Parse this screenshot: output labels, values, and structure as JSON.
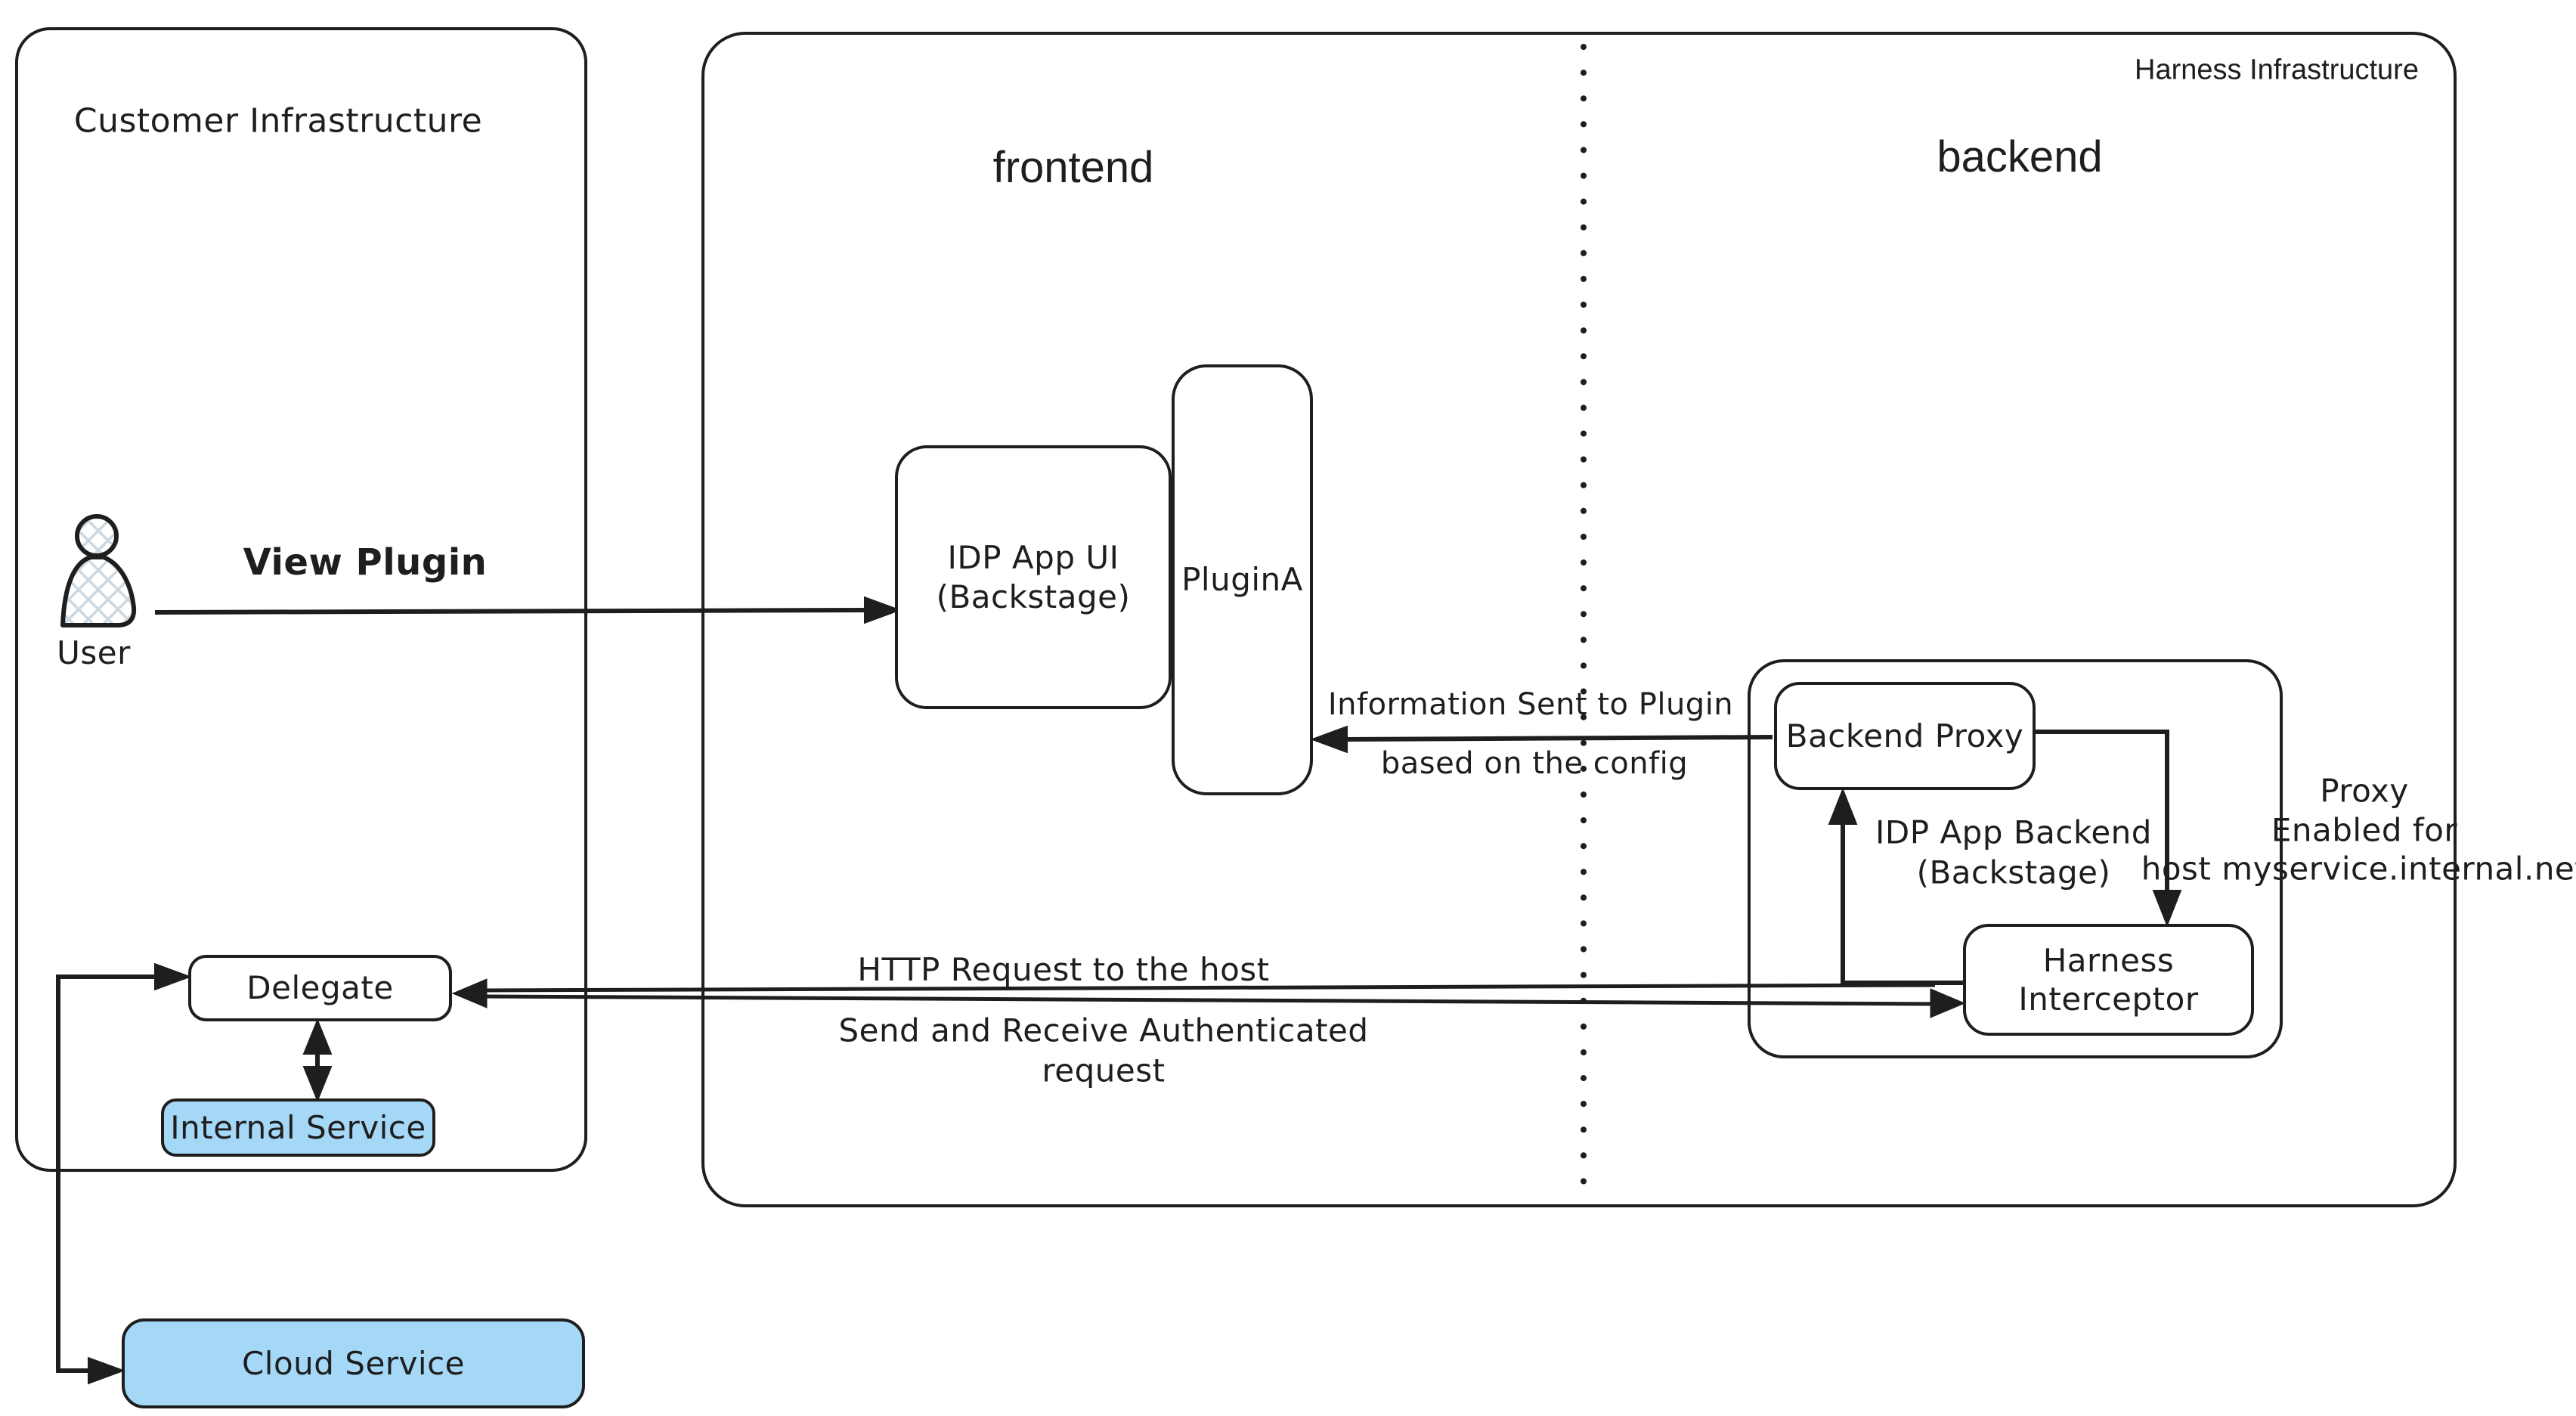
{
  "customer": {
    "title": "Customer Infrastructure"
  },
  "harness": {
    "title": "Harness Infrastructure",
    "frontend": "frontend",
    "backend": "backend"
  },
  "nodes": {
    "user": "User",
    "idp_ui_line1": "IDP App UI",
    "idp_ui_line2": "(Backstage)",
    "plugin_a": "PluginA",
    "backend_proxy": "Backend Proxy",
    "idp_backend_line1": "IDP App Backend",
    "idp_backend_line2": "(Backstage)",
    "interceptor_line1": "Harness",
    "interceptor_line2": "Interceptor",
    "delegate": "Delegate",
    "internal_service": "Internal Service",
    "cloud_service": "Cloud Service"
  },
  "edges": {
    "view_plugin": "View Plugin",
    "info_line1": "Information Sent to Plugin",
    "info_line2": "based on the config",
    "http_request": "HTTP Request to the host",
    "auth_line1": "Send and Receive Authenticated",
    "auth_line2": "request",
    "proxy_line1": "Proxy",
    "proxy_line2": "Enabled for",
    "proxy_line3": "host myservice.internal.net"
  },
  "colors": {
    "stroke": "#1e1e1e",
    "service_fill": "#a5d8f7",
    "hatch": "#ccd7df"
  }
}
